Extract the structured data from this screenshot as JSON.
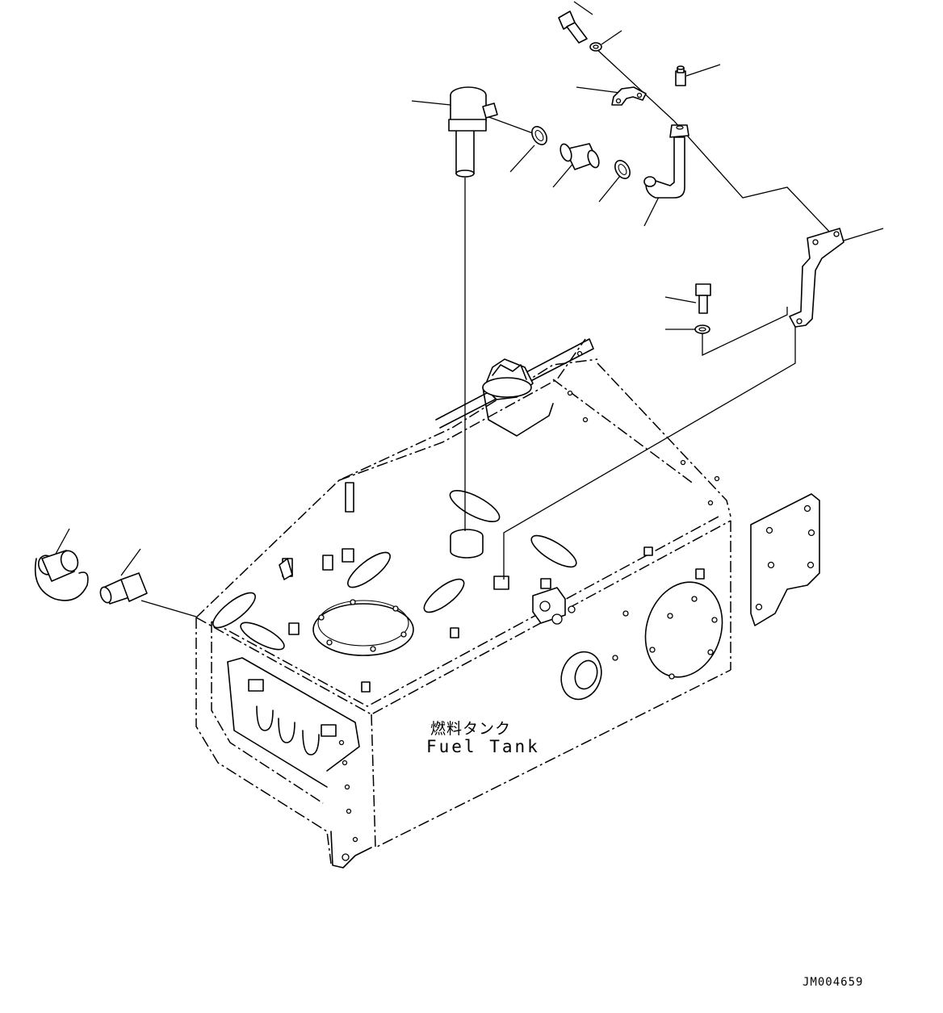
{
  "labels": {
    "tank_jp": "燃料タンク",
    "tank_en": "Fuel Tank"
  },
  "drawing_id": "JM004659",
  "icons": [
    "bolt-icon",
    "washer-icon",
    "clamp-icon",
    "filler-pipe-icon",
    "hose-icon",
    "elbow-pipe-icon",
    "bracket-icon",
    "elbow-fitting-icon",
    "adapter-icon",
    "breather-icon"
  ]
}
